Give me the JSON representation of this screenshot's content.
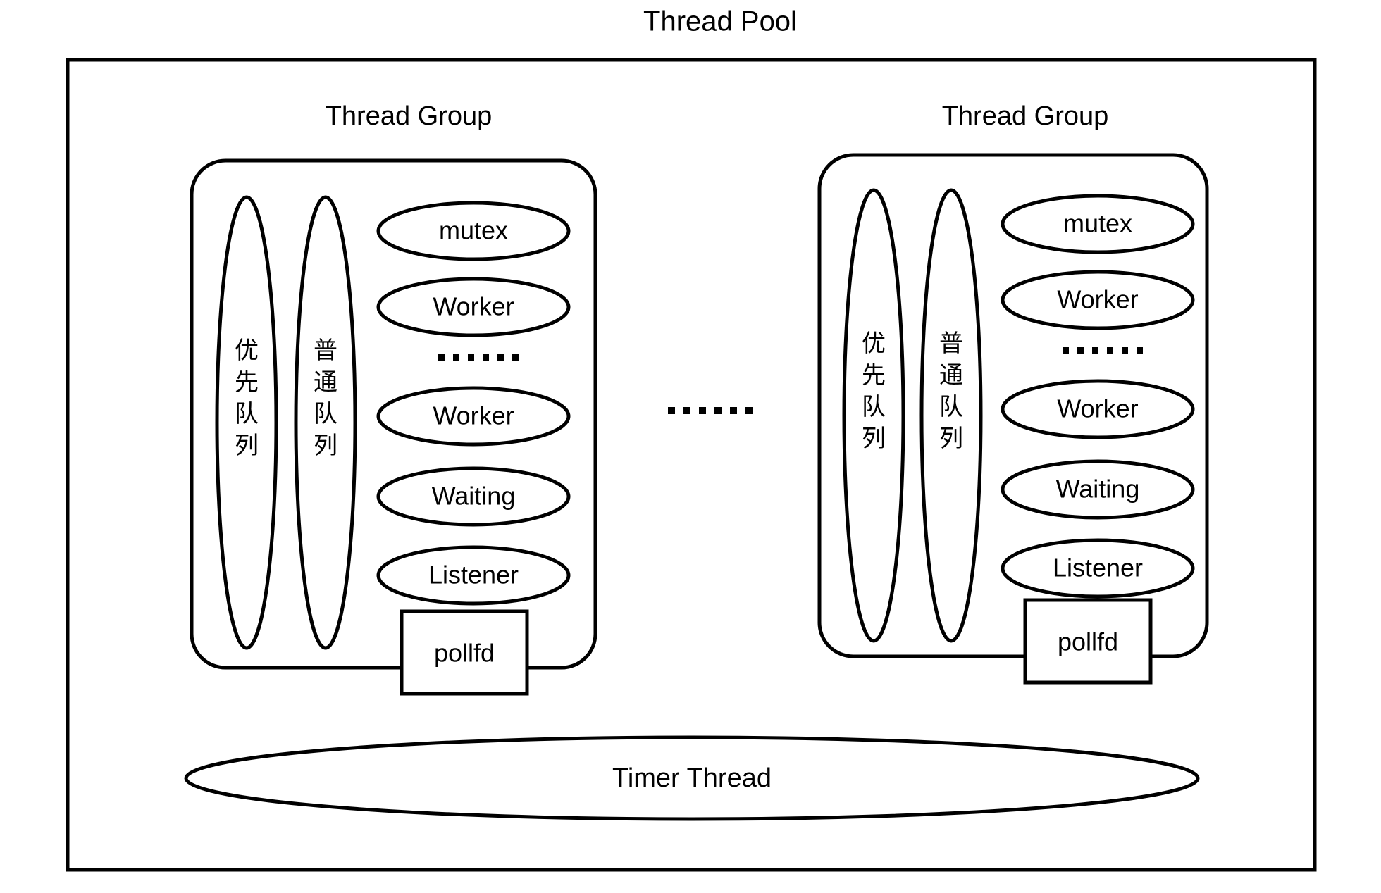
{
  "title": "Thread Pool",
  "outer_box": {
    "label": "Thread Pool"
  },
  "groups": [
    {
      "heading": "Thread Group",
      "queues": [
        {
          "name": "priority-queue",
          "label": "优先队列"
        },
        {
          "name": "normal-queue",
          "label": "普通队列"
        }
      ],
      "nodes": [
        {
          "name": "mutex",
          "label": "mutex",
          "shape": "ellipse"
        },
        {
          "name": "worker-1",
          "label": "Worker",
          "shape": "ellipse"
        },
        {
          "name": "ellipsis",
          "label": "……",
          "shape": "text"
        },
        {
          "name": "worker-n",
          "label": "Worker",
          "shape": "ellipse"
        },
        {
          "name": "waiting",
          "label": "Waiting",
          "shape": "ellipse"
        },
        {
          "name": "listener",
          "label": "Listener",
          "shape": "ellipse"
        },
        {
          "name": "pollfd",
          "label": "pollfd",
          "shape": "rect"
        }
      ]
    },
    {
      "heading": "Thread Group",
      "queues": [
        {
          "name": "priority-queue",
          "label": "优先队列"
        },
        {
          "name": "normal-queue",
          "label": "普通队列"
        }
      ],
      "nodes": [
        {
          "name": "mutex",
          "label": "mutex",
          "shape": "ellipse"
        },
        {
          "name": "worker-1",
          "label": "Worker",
          "shape": "ellipse"
        },
        {
          "name": "ellipsis",
          "label": "……",
          "shape": "text"
        },
        {
          "name": "worker-n",
          "label": "Worker",
          "shape": "ellipse"
        },
        {
          "name": "waiting",
          "label": "Waiting",
          "shape": "ellipse"
        },
        {
          "name": "listener",
          "label": "Listener",
          "shape": "ellipse"
        },
        {
          "name": "pollfd",
          "label": "pollfd",
          "shape": "rect"
        }
      ]
    }
  ],
  "between_groups_ellipsis": "……",
  "timer_thread": {
    "label": "Timer Thread"
  },
  "colors": {
    "stroke": "#000000",
    "background": "#ffffff",
    "text": "#000000"
  }
}
